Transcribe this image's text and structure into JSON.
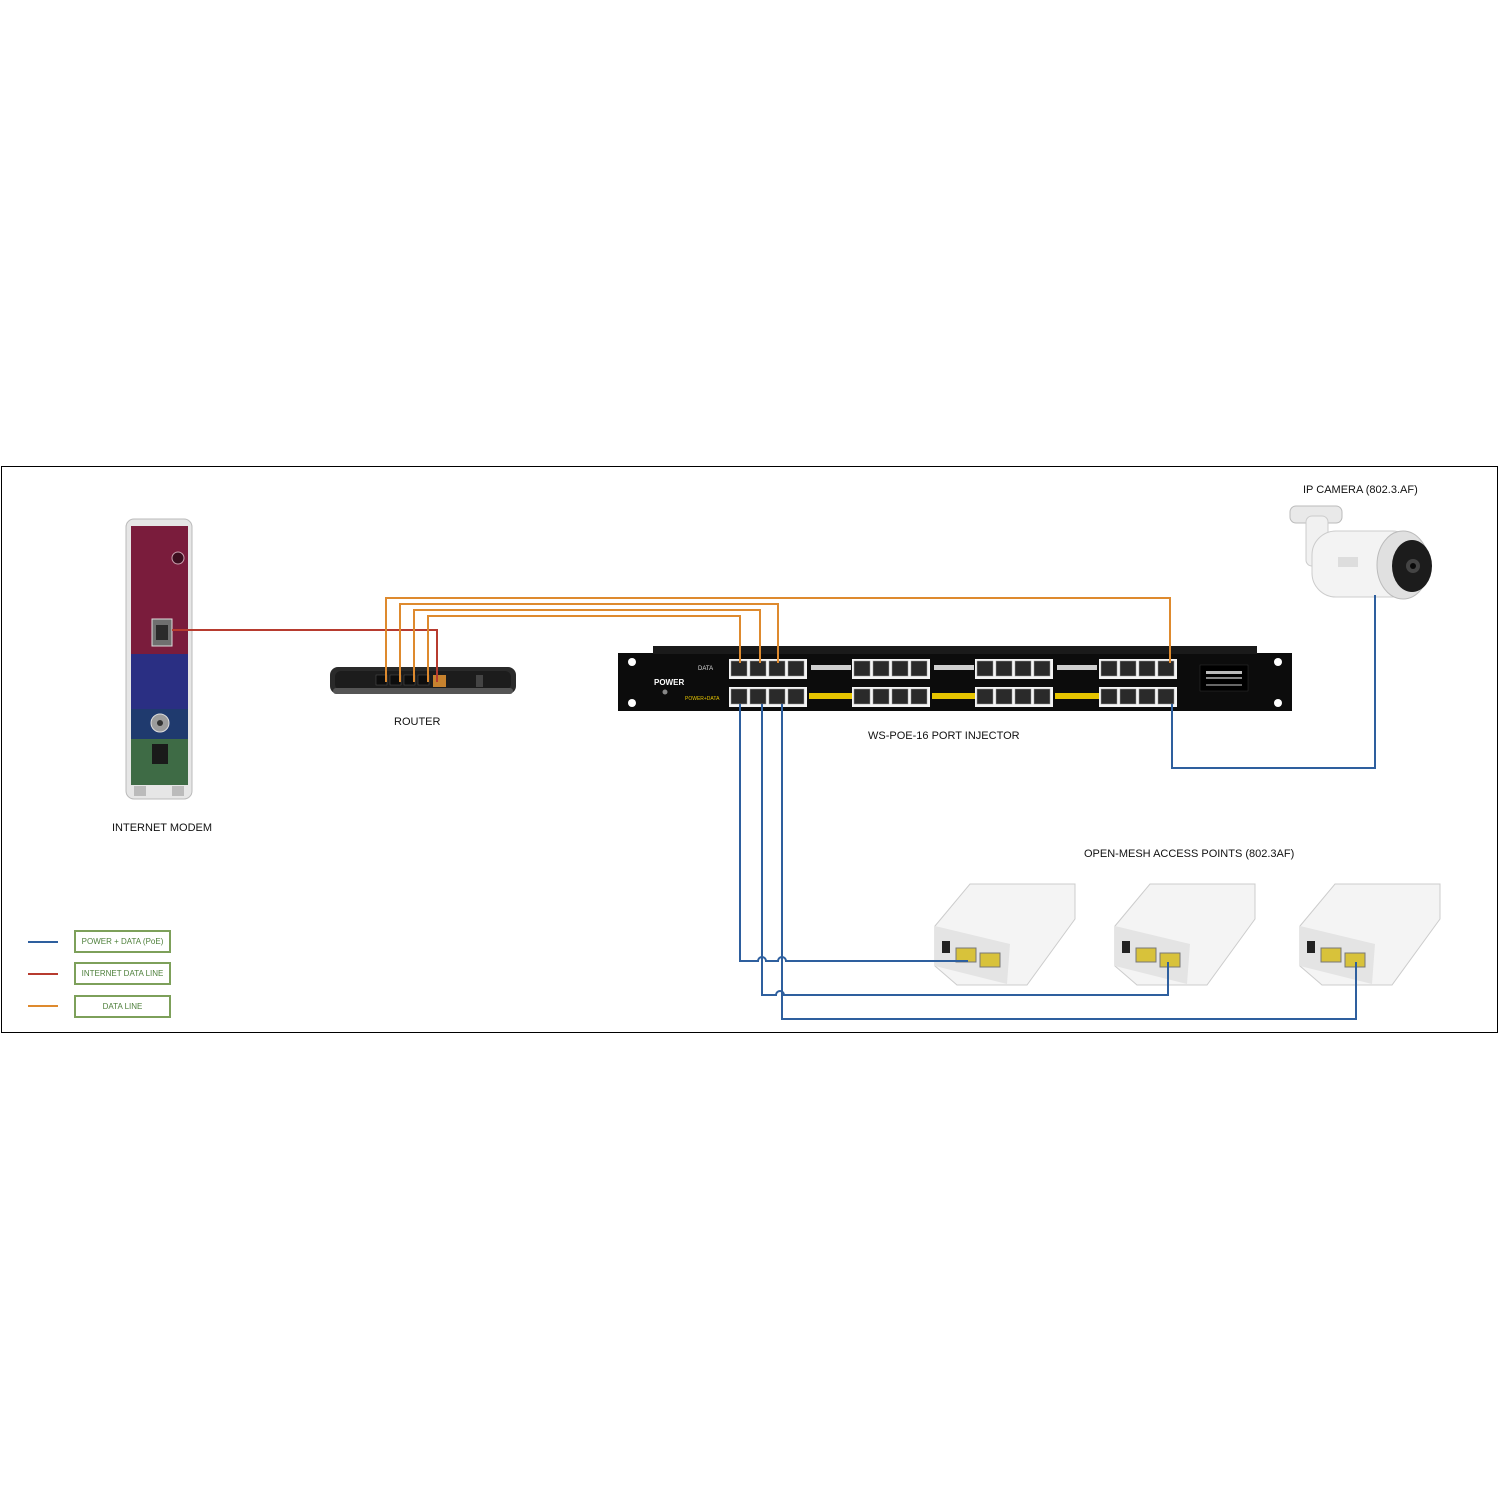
{
  "labels": {
    "modem": "INTERNET MODEM",
    "router": "ROUTER",
    "injector": "WS-POE-16 PORT INJECTOR",
    "camera": "IP CAMERA (802.3.AF)",
    "access_points": "OPEN-MESH ACCESS POINTS (802.3AF)"
  },
  "injector_panel": {
    "power": "POWER",
    "data_row": "DATA",
    "poe_row": "POWER+DATA"
  },
  "legend": [
    {
      "label": "POWER + DATA (PoE)",
      "color": "#2e5f9e"
    },
    {
      "label": "INTERNET DATA LINE",
      "color": "#b73b2f"
    },
    {
      "label": "DATA LINE",
      "color": "#de8a2e"
    }
  ],
  "colors": {
    "poe_line": "#2e5f9e",
    "internet_line": "#b73b2f",
    "data_line": "#de8a2e",
    "modem_top": "#7a1c3c",
    "modem_mid": "#2a2f83",
    "modem_bottom": "#3e6b45",
    "legend_border": "#7da05a"
  }
}
